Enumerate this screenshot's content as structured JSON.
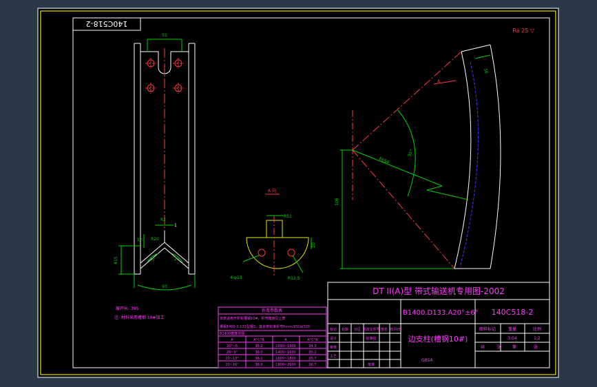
{
  "drawing": {
    "number_rotated": "140C518-2",
    "corner_code": "Ra 25 ▽",
    "section_label": "A 向",
    "view_arrow_label": "A",
    "dims": {
      "top_width": "51",
      "bottom_width": "93",
      "left_height": "415",
      "angle_left": "20",
      "angle_right": "20",
      "radius_small": "R2",
      "dim_1": "1",
      "dim_12": "12",
      "dim_r20": "R20",
      "section_width": "R51",
      "section_height": "20",
      "hole_label": "4-φ13",
      "chamfer": "R12.5",
      "arc_radius": "R650",
      "arc_angle": "35°",
      "vertical_106": "106",
      "width_56": "56"
    },
    "notes": {
      "line1": "展开长: 395",
      "line2": "注: 材料采用槽钢 10#加工"
    }
  },
  "title_block": {
    "series": "DT II(A)型 带式输送机专用图-2002",
    "spec": "B1400.D133.A20°±6°",
    "drawing_no": "140C518-2",
    "part_name": "边支柱(槽钢10#)",
    "stage_label": "图样标记",
    "weight_label": "重量",
    "scale_label": "比例",
    "weight_value": "3.04",
    "scale_value": "1:2",
    "sheet_label": "共",
    "sheets_label": "张",
    "sheet_of": "第",
    "sheet_of2": "张",
    "rev_headers": [
      "标记",
      "处数",
      "分区",
      "更改文件号",
      "签名",
      "年月日"
    ],
    "design": "设计",
    "check": "审核",
    "standard": "标准化",
    "craft": "工艺",
    "approve": "批准",
    "company": "GB5A"
  },
  "bend_table": {
    "title": "折弯参数表",
    "note1": "本表适用于所有槽钢10#，折弯角度见上表",
    "note2": "槽钢1400-3.133型钢3，其余按标准折弯Rmin/15Da/335",
    "note3": "B1400宽度范围",
    "headers": [
      "A",
      "A°C°R",
      "A",
      "A°C°R"
    ],
    "rows": [
      [
        "20°~6",
        "35.2",
        "1690~1800",
        "34.3"
      ],
      [
        "20~9°",
        "36.0",
        "1400~1600",
        "35.2"
      ],
      [
        "20~13°",
        "36.1",
        "1600~1800",
        "35.7"
      ],
      [
        "20~16°",
        "36.3",
        "1800~2000",
        "36.7"
      ]
    ]
  }
}
